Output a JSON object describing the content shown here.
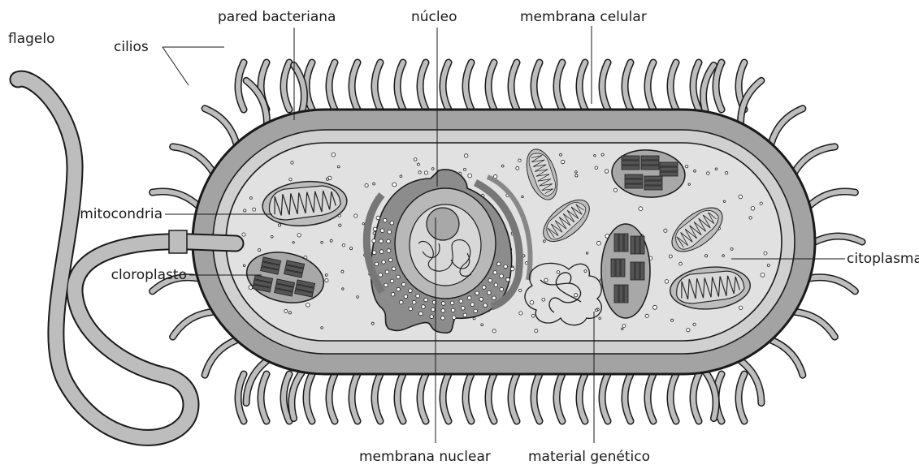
{
  "labels": {
    "flagelo": "flagelo",
    "cilios": "cilios",
    "pared": "pared bacteriana",
    "nucleo": "núcleo",
    "membrana_celular": "membrana celular",
    "mitocondria": "mitocondria",
    "cloroplasto": "cloroplasto",
    "citoplasma": "citoplasma",
    "membrana_nuclear": "membrana nuclear",
    "material_genetico": "material genético"
  }
}
